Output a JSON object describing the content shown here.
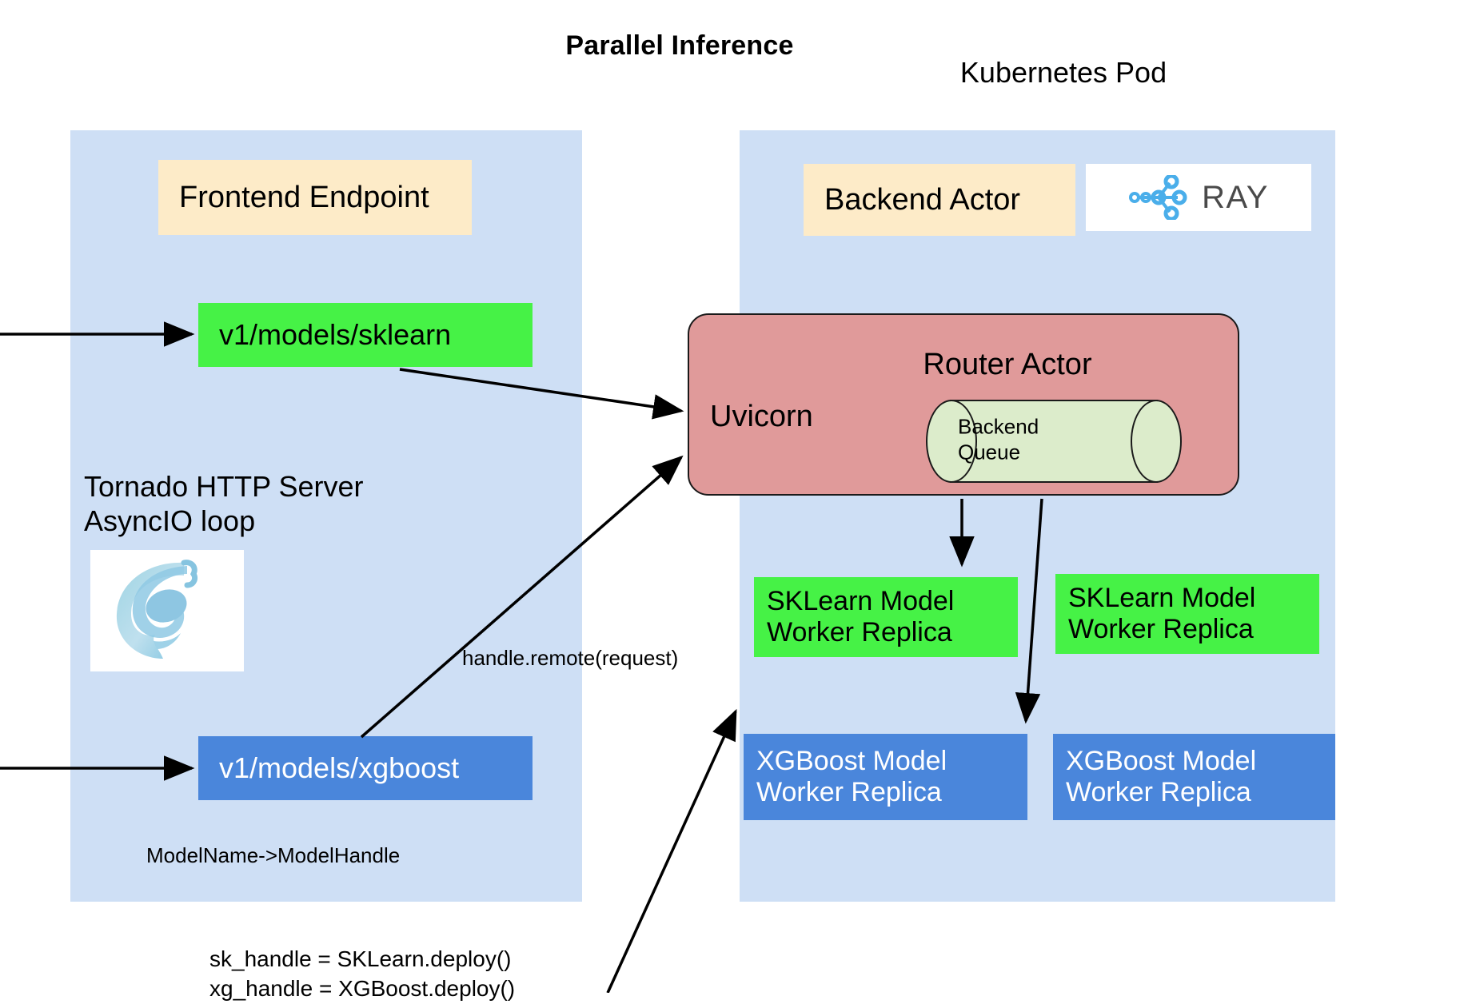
{
  "diagram": {
    "title": "Parallel Inference",
    "pod_title": "Kubernetes Pod"
  },
  "frontend_panel": {
    "header_label": "Frontend Endpoint",
    "endpoints": [
      {
        "label": "v1/models/sklearn",
        "color": "#46f246"
      },
      {
        "label": "v1/models/xgboost",
        "color": "#4a86db"
      }
    ],
    "server_caption_line1": "Tornado HTTP Server",
    "server_caption_line2": "AsyncIO loop",
    "logo_name": "tornado-logo",
    "mapping_note": "ModelName->ModelHandle"
  },
  "pod_panel": {
    "header_label": "Backend Actor",
    "ray_logo_text": "RAY",
    "router": {
      "title": "Router Actor",
      "server_label": "Uvicorn",
      "queue_line1": "Backend",
      "queue_line2": "Queue"
    },
    "replicas": [
      {
        "line1": "SKLearn Model",
        "line2": "Worker Replica",
        "color": "#46f246"
      },
      {
        "line1": "SKLearn Model",
        "line2": "Worker Replica",
        "color": "#46f246"
      },
      {
        "line1": "XGBoost Model",
        "line2": "Worker Replica",
        "color": "#4a86db"
      },
      {
        "line1": "XGBoost Model",
        "line2": "Worker Replica",
        "color": "#4a86db"
      }
    ]
  },
  "annotations": {
    "handle_remote": "handle.remote(request)",
    "deploy_code": "sk_handle = SKLearn.deploy()\nxg_handle = XGBoost.deploy()"
  },
  "colors": {
    "panel_background": "#cedff5",
    "cream_box": "#fdebc8",
    "green_box": "#46f246",
    "blue_box": "#4a86db",
    "router_box": "#e09a9a",
    "queue_box": "#dceccb",
    "ray_blue": "#4aaeea",
    "page_background": "#ffffff"
  }
}
